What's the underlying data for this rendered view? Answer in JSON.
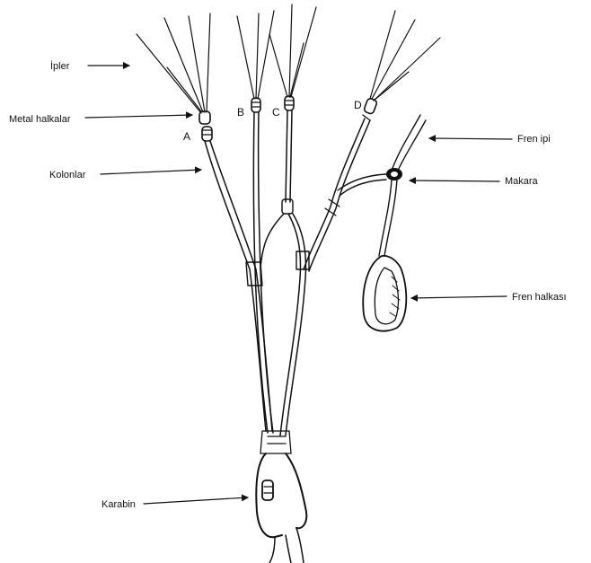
{
  "labels": {
    "ipler": "İpler",
    "metal_halkalar": "Metal halkalar",
    "kolonlar": "Kolonlar",
    "fren_ipi": "Fren ipi",
    "makara": "Makara",
    "fren_halkasi": "Fren halkası",
    "karabin": "Karabin"
  },
  "riser_letters": {
    "a": "A",
    "b": "B",
    "c": "C",
    "d": "D"
  },
  "colors": {
    "ink": "#111111",
    "background": "#ffffff"
  }
}
